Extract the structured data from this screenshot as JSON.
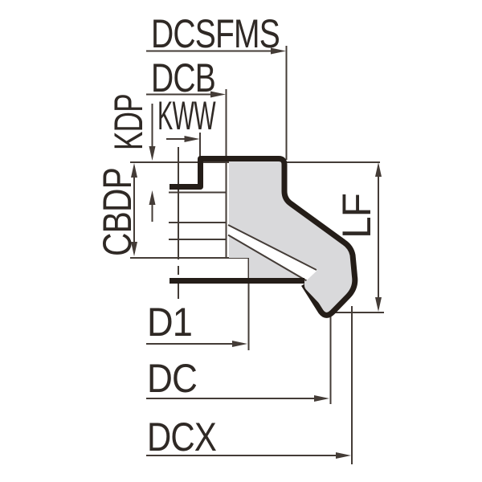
{
  "diagram": {
    "type": "cutting-tool-dimension-drawing",
    "labels": {
      "dcsfms": "DCSFMS",
      "dcb": "DCB",
      "kdp": "KDP",
      "kww": "KWW",
      "cbdp": "CBDP",
      "lf": "LF",
      "d1": "D1",
      "dc": "DC",
      "dcx": "DCX"
    },
    "colors": {
      "outline": "#241d18",
      "body_fill": "#d9d9db",
      "dim_line": "#443c37",
      "text": "#2f2925",
      "background": "#ffffff"
    }
  }
}
